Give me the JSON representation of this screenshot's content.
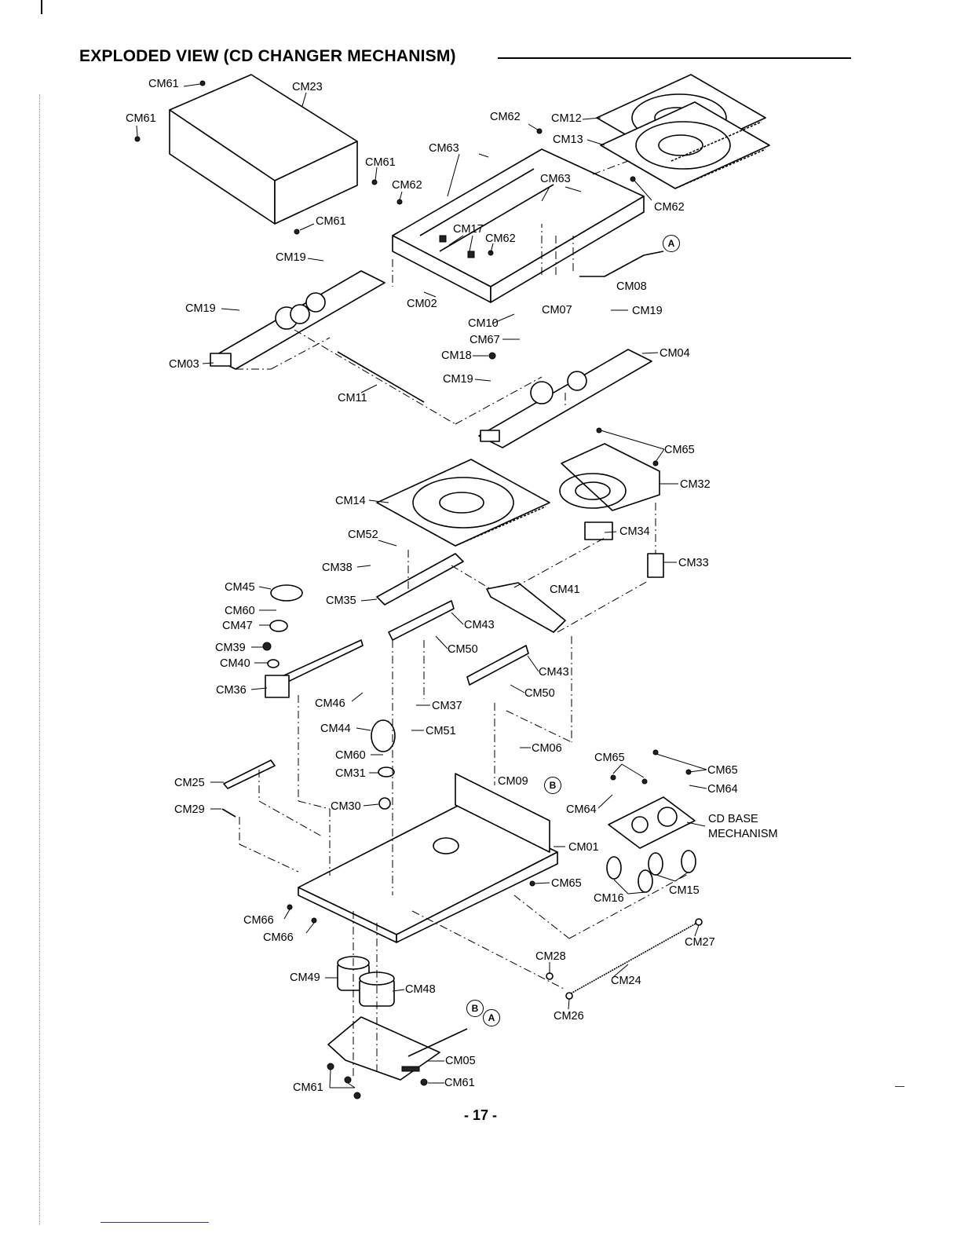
{
  "heading": "EXPLODED VIEW (CD CHANGER MECHANISM)",
  "page_number": "- 17 -",
  "callouts": [
    "A",
    "A",
    "B",
    "B"
  ],
  "labels": [
    "CM61",
    "CM23",
    "CM61",
    "CM61",
    "CM61",
    "CM62",
    "CM12",
    "CM13",
    "CM63",
    "CM62",
    "CM63",
    "CM62",
    "CM17",
    "CM62",
    "CM19",
    "CM08",
    "CM02",
    "CM07",
    "CM19",
    "CM10",
    "CM19",
    "CM67",
    "CM18",
    "CM04",
    "CM03",
    "CM19",
    "CM11",
    "CM65",
    "CM32",
    "CM14",
    "CM34",
    "CM52",
    "CM33",
    "CM38",
    "CM41",
    "CM45",
    "CM35",
    "CM60",
    "CM47",
    "CM43",
    "CM39",
    "CM50",
    "CM40",
    "CM43",
    "CM36",
    "CM50",
    "CM46",
    "CM37",
    "CM44",
    "CM51",
    "CM06",
    "CM60",
    "CM65",
    "CM65",
    "CM31",
    "CM09",
    "CM64",
    "CM25",
    "CM64",
    "CM29",
    "CM30",
    "CD BASE",
    "MECHANISM",
    "CM01",
    "CM65",
    "CM16",
    "CM15",
    "CM66",
    "CM66",
    "CM27",
    "CM28",
    "CM49",
    "CM48",
    "CM24",
    "CM26",
    "CM05",
    "CM61",
    "CM61"
  ]
}
